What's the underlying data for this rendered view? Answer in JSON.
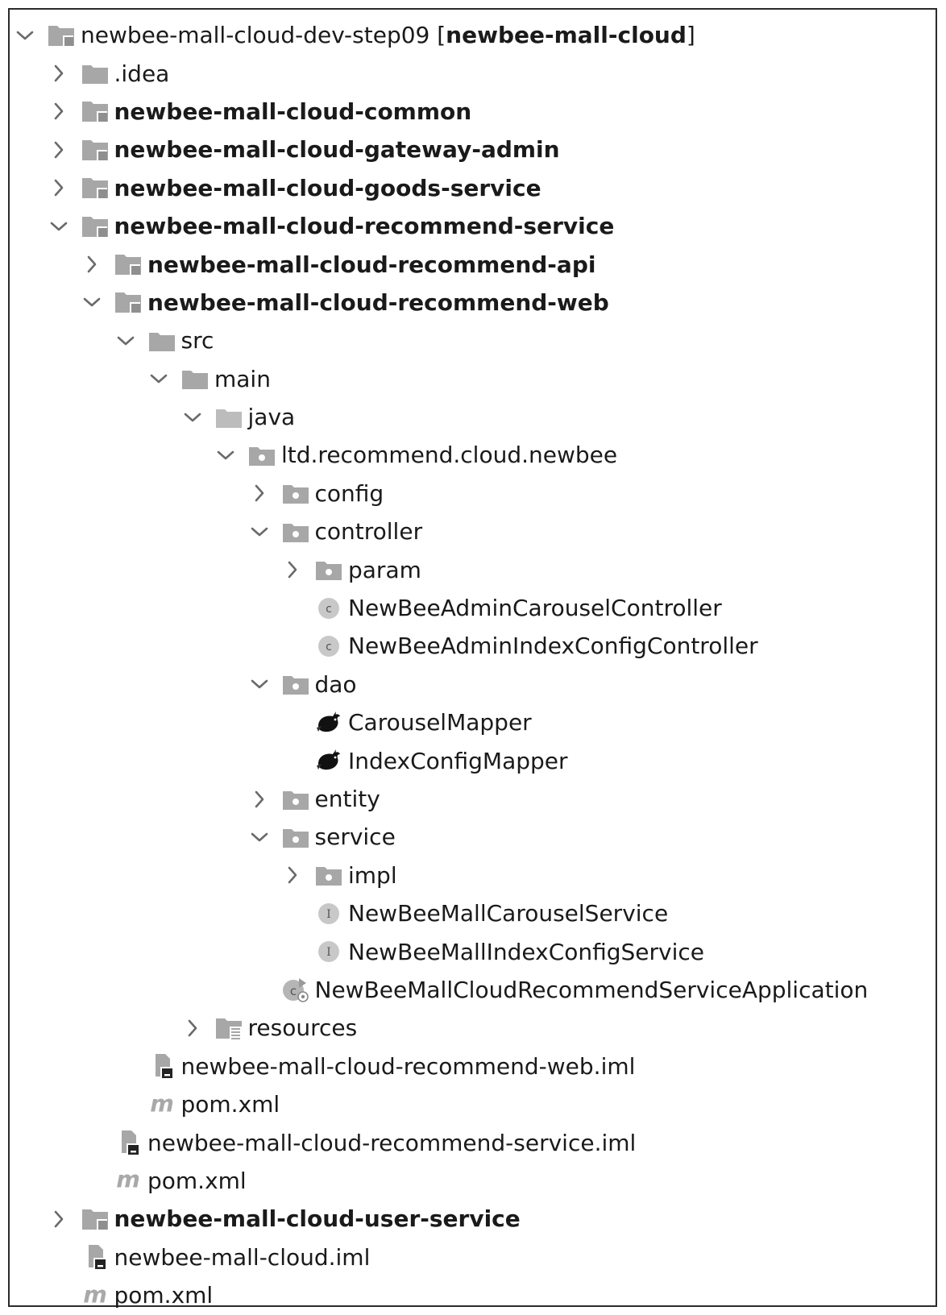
{
  "tree": [
    {
      "depth": 0,
      "arrow": "down",
      "icon": "module",
      "label": "newbee-mall-cloud-dev-step09 [",
      "bold_suffix": "newbee-mall-cloud",
      "tail": "]",
      "bold": false
    },
    {
      "depth": 1,
      "arrow": "right",
      "icon": "folder",
      "label": ".idea",
      "bold": false
    },
    {
      "depth": 1,
      "arrow": "right",
      "icon": "module",
      "label": "newbee-mall-cloud-common",
      "bold": true
    },
    {
      "depth": 1,
      "arrow": "right",
      "icon": "module",
      "label": "newbee-mall-cloud-gateway-admin",
      "bold": true
    },
    {
      "depth": 1,
      "arrow": "right",
      "icon": "module",
      "label": "newbee-mall-cloud-goods-service",
      "bold": true
    },
    {
      "depth": 1,
      "arrow": "down",
      "icon": "module",
      "label": "newbee-mall-cloud-recommend-service",
      "bold": true
    },
    {
      "depth": 2,
      "arrow": "right",
      "icon": "module",
      "label": "newbee-mall-cloud-recommend-api",
      "bold": true
    },
    {
      "depth": 2,
      "arrow": "down",
      "icon": "module",
      "label": "newbee-mall-cloud-recommend-web",
      "bold": true
    },
    {
      "depth": 3,
      "arrow": "down",
      "icon": "folder",
      "label": "src",
      "bold": false
    },
    {
      "depth": 4,
      "arrow": "down",
      "icon": "folder",
      "label": "main",
      "bold": false
    },
    {
      "depth": 5,
      "arrow": "down",
      "icon": "folder-light",
      "label": "java",
      "bold": false
    },
    {
      "depth": 6,
      "arrow": "down",
      "icon": "package",
      "label": "ltd.recommend.cloud.newbee",
      "bold": false
    },
    {
      "depth": 7,
      "arrow": "right",
      "icon": "package",
      "label": "config",
      "bold": false
    },
    {
      "depth": 7,
      "arrow": "down",
      "icon": "package",
      "label": "controller",
      "bold": false
    },
    {
      "depth": 8,
      "arrow": "right",
      "icon": "package",
      "label": "param",
      "bold": false
    },
    {
      "depth": 8,
      "arrow": "none",
      "icon": "class",
      "label": "NewBeeAdminCarouselController",
      "bold": false
    },
    {
      "depth": 8,
      "arrow": "none",
      "icon": "class",
      "label": "NewBeeAdminIndexConfigController",
      "bold": false
    },
    {
      "depth": 7,
      "arrow": "down",
      "icon": "package",
      "label": "dao",
      "bold": false
    },
    {
      "depth": 8,
      "arrow": "none",
      "icon": "mybatis",
      "label": "CarouselMapper",
      "bold": false
    },
    {
      "depth": 8,
      "arrow": "none",
      "icon": "mybatis",
      "label": "IndexConfigMapper",
      "bold": false
    },
    {
      "depth": 7,
      "arrow": "right",
      "icon": "package",
      "label": "entity",
      "bold": false
    },
    {
      "depth": 7,
      "arrow": "down",
      "icon": "package",
      "label": "service",
      "bold": false
    },
    {
      "depth": 8,
      "arrow": "right",
      "icon": "package",
      "label": "impl",
      "bold": false
    },
    {
      "depth": 8,
      "arrow": "none",
      "icon": "interface",
      "label": "NewBeeMallCarouselService",
      "bold": false
    },
    {
      "depth": 8,
      "arrow": "none",
      "icon": "interface",
      "label": "NewBeeMallIndexConfigService",
      "bold": false
    },
    {
      "depth": 7,
      "arrow": "none",
      "icon": "spring-app",
      "label": "NewBeeMallCloudRecommendServiceApplication",
      "bold": false
    },
    {
      "depth": 5,
      "arrow": "right",
      "icon": "resources",
      "label": "resources",
      "bold": false
    },
    {
      "depth": 3,
      "arrow": "none",
      "icon": "iml",
      "label": "newbee-mall-cloud-recommend-web.iml",
      "bold": false
    },
    {
      "depth": 3,
      "arrow": "none",
      "icon": "maven",
      "label": "pom.xml",
      "bold": false
    },
    {
      "depth": 2,
      "arrow": "none",
      "icon": "iml",
      "label": "newbee-mall-cloud-recommend-service.iml",
      "bold": false
    },
    {
      "depth": 2,
      "arrow": "none",
      "icon": "maven",
      "label": "pom.xml",
      "bold": false
    },
    {
      "depth": 1,
      "arrow": "right",
      "icon": "module",
      "label": "newbee-mall-cloud-user-service",
      "bold": true
    },
    {
      "depth": 1,
      "arrow": "none",
      "icon": "iml",
      "label": "newbee-mall-cloud.iml",
      "bold": false
    },
    {
      "depth": 1,
      "arrow": "none",
      "icon": "maven",
      "label": "pom.xml",
      "bold": false
    }
  ]
}
